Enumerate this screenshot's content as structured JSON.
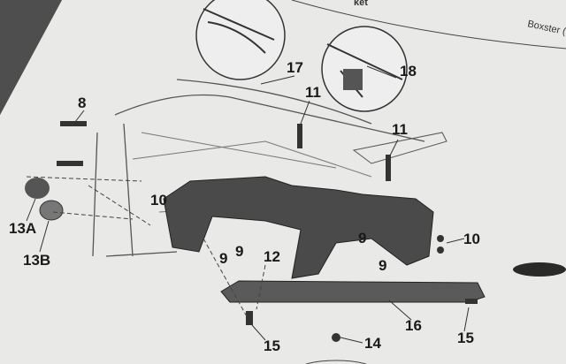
{
  "header": {
    "title_fragment": "ket",
    "model_ref": "Boxster (S"
  },
  "callouts": [
    "8",
    "17",
    "11",
    "18",
    "11",
    "10",
    "13A",
    "13B",
    "9",
    "9",
    "12",
    "9",
    "9",
    "10",
    "16",
    "15",
    "14",
    "15"
  ],
  "colors": {
    "page": "#e9e9e7",
    "background": "#5a5a5a",
    "ink": "#1a1a1a",
    "part_fill": "#4a4a4a"
  }
}
